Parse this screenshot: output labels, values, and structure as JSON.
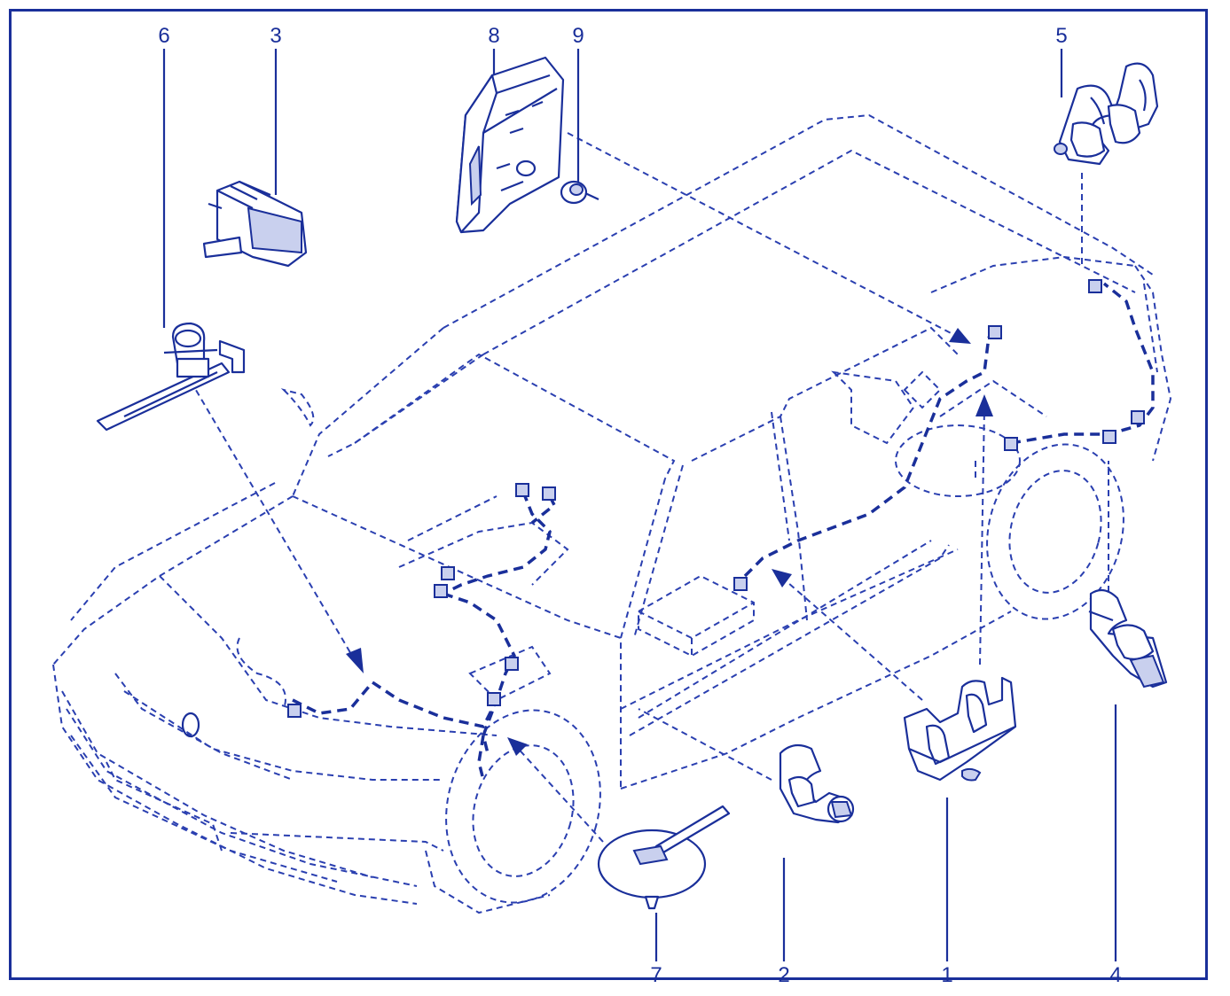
{
  "callouts": {
    "c1": "1",
    "c2": "2",
    "c3": "3",
    "c4": "4",
    "c5": "5",
    "c6": "6",
    "c7": "7",
    "c8": "8",
    "c9": "9"
  },
  "colors": {
    "line": "#1a2f9a",
    "background": "#ffffff",
    "shade": "#c9d0ee"
  }
}
